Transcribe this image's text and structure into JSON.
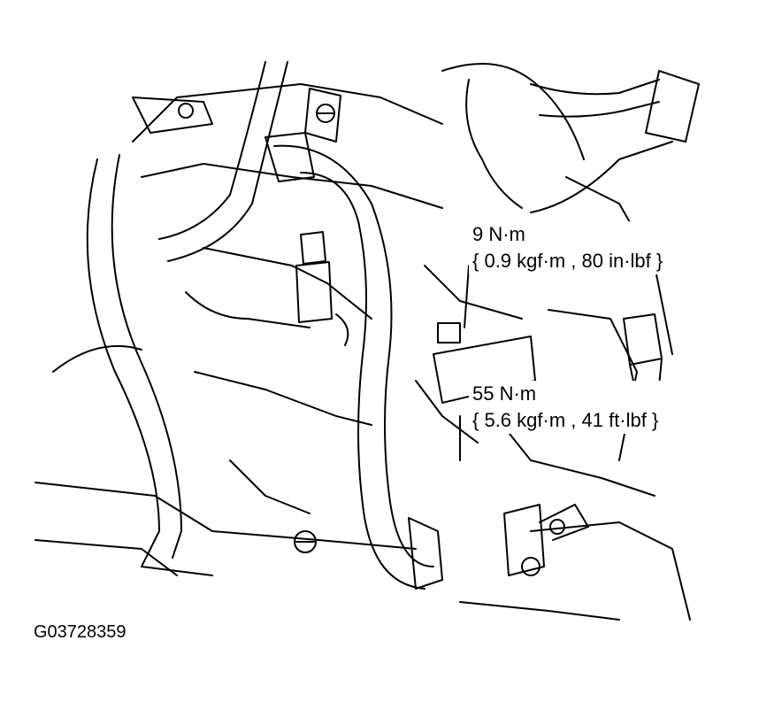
{
  "callouts": [
    {
      "torque": "9 N·m",
      "detail": "{ 0.9 kgf·m , 80 in·lbf }"
    },
    {
      "torque": "55 N·m",
      "detail": "{ 5.6 kgf·m , 41 ft·lbf }"
    }
  ],
  "figure_code": "G03728359",
  "colors": {
    "line": "#000000",
    "background": "#ffffff"
  }
}
